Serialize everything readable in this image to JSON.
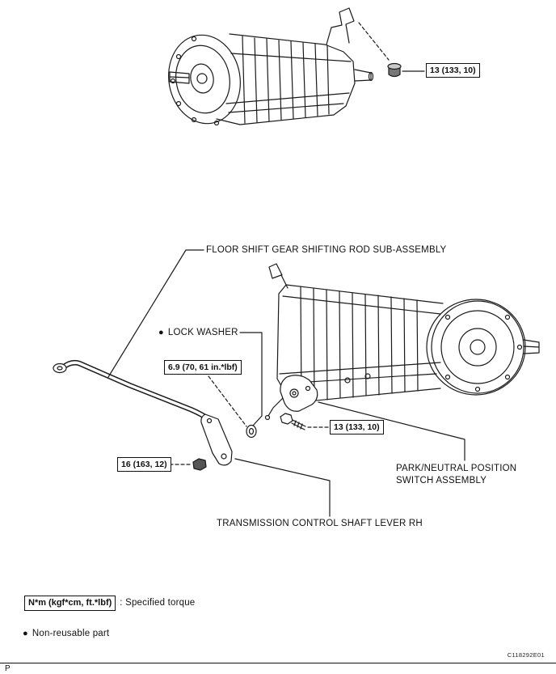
{
  "page": {
    "marker": "P",
    "figure_code": "C118292E01"
  },
  "icons": {
    "non_reusable_bullet": "●"
  },
  "top_figure": {
    "plug_torque": "13 (133, 10)"
  },
  "main_figure": {
    "floor_shift_rod_label": "FLOOR SHIFT GEAR SHIFTING ROD SUB-ASSEMBLY",
    "lock_washer_label": "LOCK WASHER",
    "lock_washer_torque": "6.9 (70, 61 in.*lbf)",
    "switch_bolt_torque": "13 (133, 10)",
    "rod_nut_torque": "16 (163, 12)",
    "park_neutral_label_line1": "PARK/NEUTRAL POSITION",
    "park_neutral_label_line2": "SWITCH ASSEMBLY",
    "control_shaft_lever_label": "TRANSMISSION CONTROL SHAFT LEVER RH"
  },
  "legend": {
    "torque_unit_box": "N*m (kgf*cm, ft.*lbf)",
    "torque_description": ": Specified torque",
    "non_reusable_label": "Non-reusable part"
  }
}
